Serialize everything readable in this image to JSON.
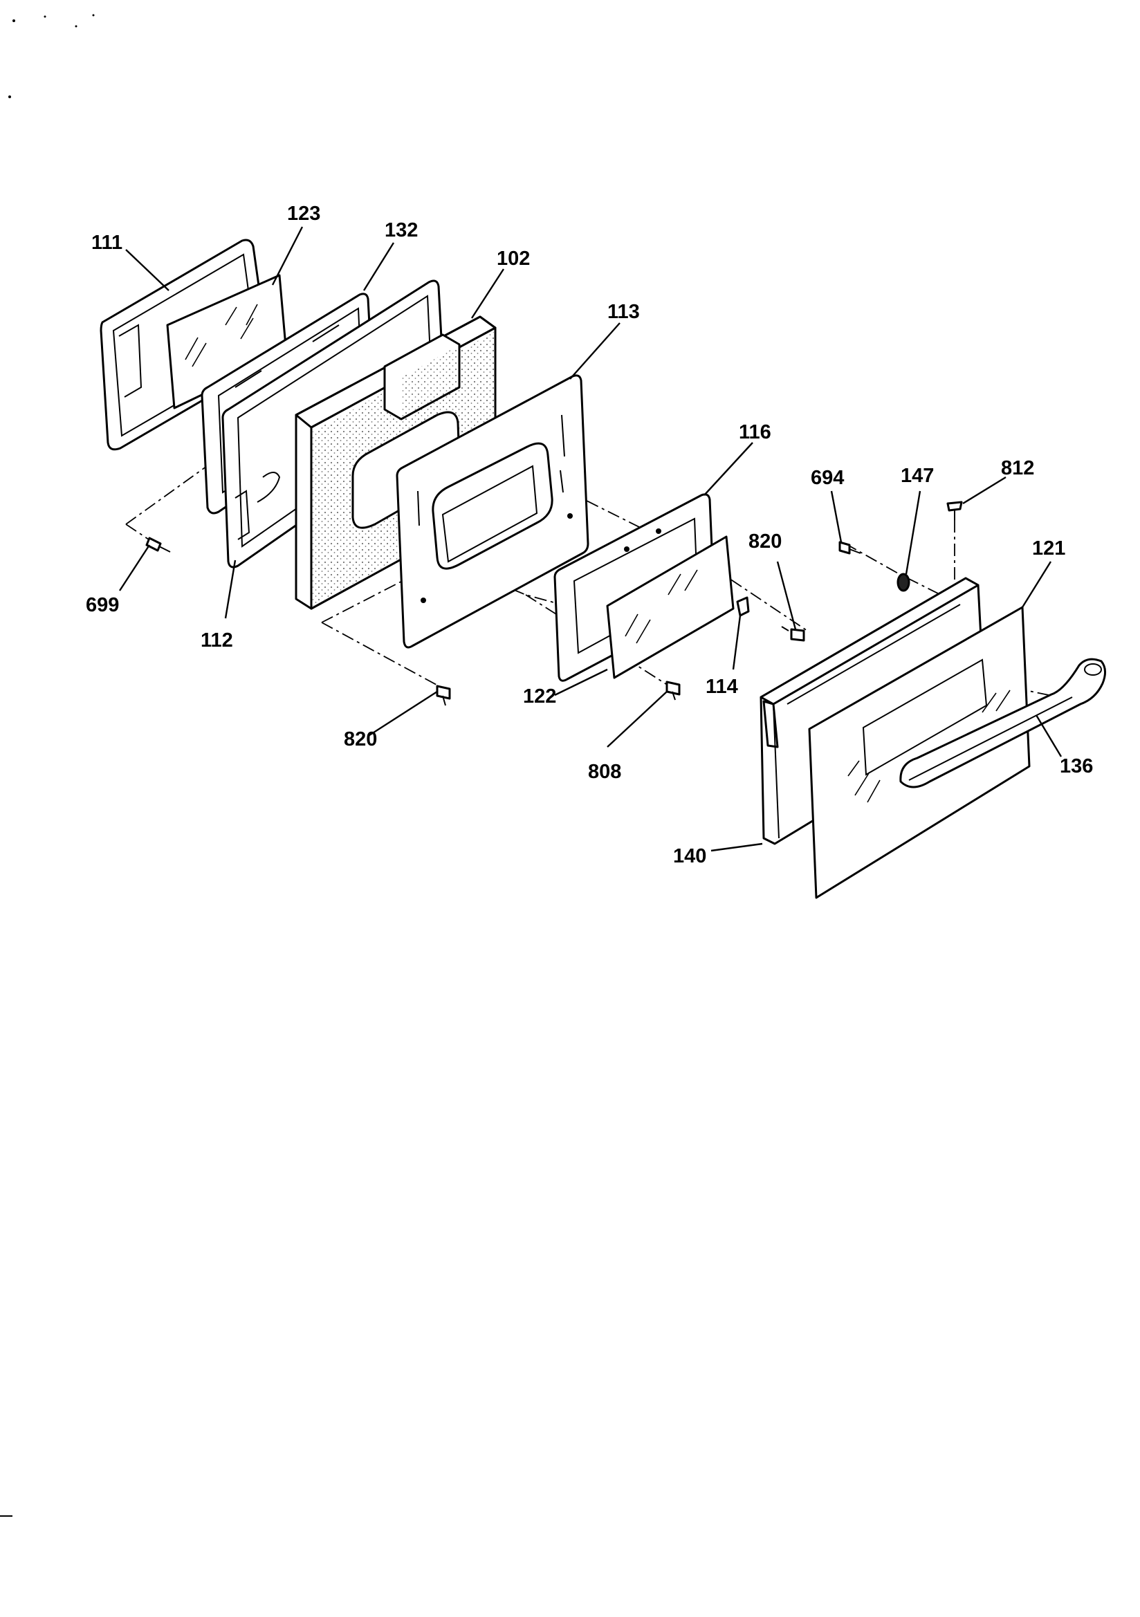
{
  "diagram": {
    "callouts": [
      {
        "id": "p111",
        "label": "111"
      },
      {
        "id": "p123",
        "label": "123"
      },
      {
        "id": "p132",
        "label": "132"
      },
      {
        "id": "p102",
        "label": "102"
      },
      {
        "id": "p113",
        "label": "113"
      },
      {
        "id": "p116",
        "label": "116"
      },
      {
        "id": "p694",
        "label": "694"
      },
      {
        "id": "p147",
        "label": "147"
      },
      {
        "id": "p812",
        "label": "812"
      },
      {
        "id": "p121",
        "label": "121"
      },
      {
        "id": "p820a",
        "label": "820"
      },
      {
        "id": "p699",
        "label": "699"
      },
      {
        "id": "p112",
        "label": "112"
      },
      {
        "id": "p820b",
        "label": "820"
      },
      {
        "id": "p122",
        "label": "122"
      },
      {
        "id": "p114",
        "label": "114"
      },
      {
        "id": "p808",
        "label": "808"
      },
      {
        "id": "p136",
        "label": "136"
      },
      {
        "id": "p140",
        "label": "140"
      }
    ]
  }
}
